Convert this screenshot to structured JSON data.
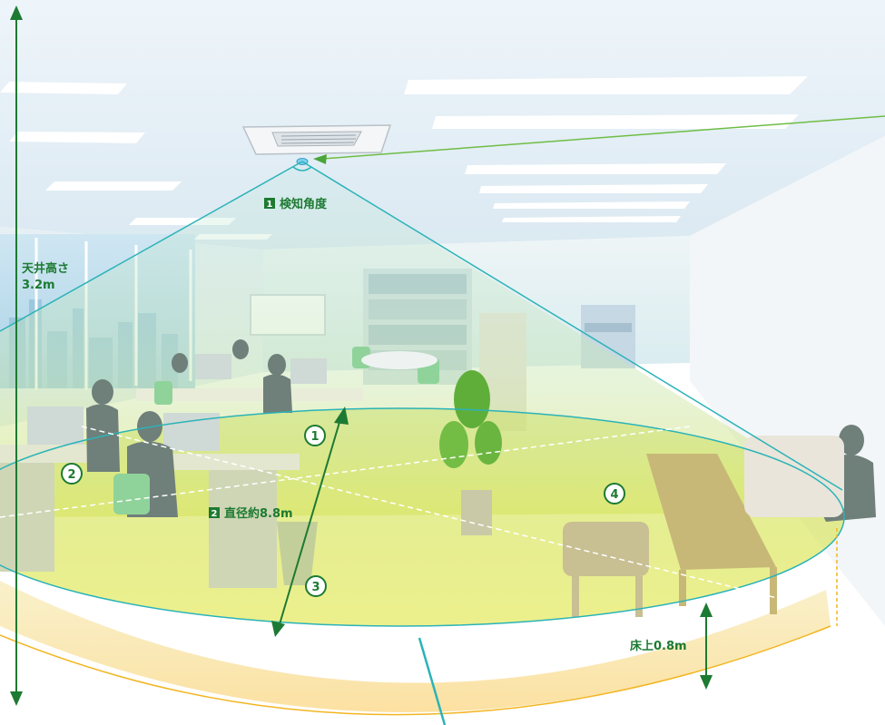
{
  "labels": {
    "angle_badge": "1",
    "angle_text": "検知角度",
    "diameter_badge": "2",
    "diameter_text": "直径約8.8m",
    "ceiling_line1": "天井高さ",
    "ceiling_line2": "3.2m",
    "floor_height": "床上0.8m"
  },
  "markers": [
    "1",
    "2",
    "3",
    "4"
  ],
  "colors": {
    "accent_green": "#1d7a32",
    "cone_line": "#2bb3b8",
    "zone_fill": "#d8e85a",
    "floor_ring": "#f6c85a",
    "dash": "#ffffff"
  }
}
